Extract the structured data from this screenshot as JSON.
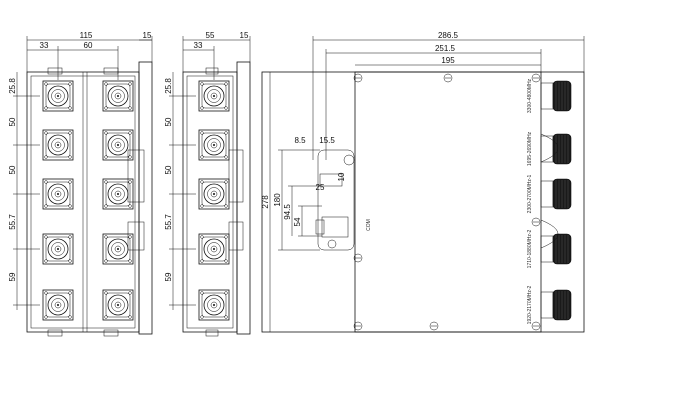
{
  "front_view": {
    "width_total": "115",
    "offset_left": "33",
    "spacing": "60",
    "depth": "15",
    "row_pitch_1": "25.8",
    "row_pitch_2": "50",
    "row_pitch_3": "50",
    "row_pitch_4": "55.7",
    "row_pitch_5": "59"
  },
  "middle_view": {
    "width_total": "55",
    "offset_left": "33",
    "depth": "15",
    "row_pitch_1": "25.8",
    "row_pitch_2": "50",
    "row_pitch_3": "50",
    "row_pitch_4": "55.7",
    "row_pitch_5": "59"
  },
  "side_view": {
    "overall_length": "286.5",
    "length_2": "251.5",
    "length_3": "195",
    "height_total": "278",
    "height_2": "180",
    "height_3": "94.5",
    "height_4": "54",
    "small_a": "8.5",
    "small_b": "15.5",
    "small_c": "25",
    "small_d": "10",
    "com_label": "COM",
    "port_labels": [
      "3300-4800MHz",
      "1695-2690MHz",
      "2300-2700MHz-1",
      "1710-1880MHz-2",
      "1920-2170MHz-2"
    ]
  }
}
